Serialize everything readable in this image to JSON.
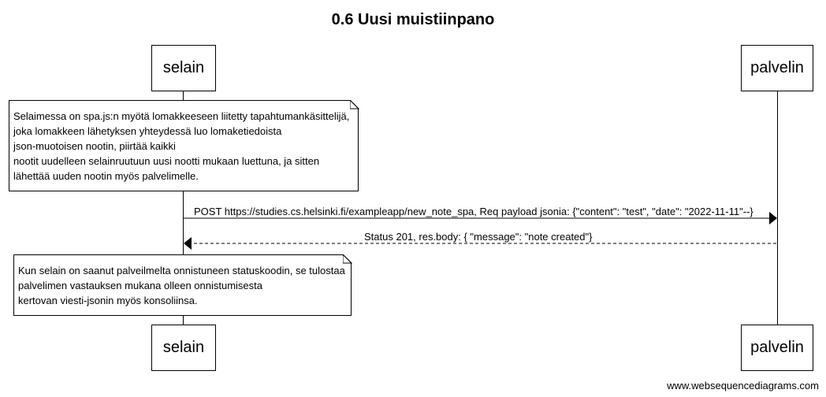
{
  "diagram": {
    "title": "0.6 Uusi muistiinpano",
    "participants": {
      "browser": "selain",
      "server": "palvelin"
    },
    "notes": [
      {
        "lines": [
          "Selaimessa on spa.js:n myötä lomakkeeseen liitetty tapahtumankäsittelijä,",
          "joka lomakkeen lähetyksen yhteydessä luo lomaketiedoista",
          "json-muotoisen nootin, piirtää kaikki",
          "nootit uudelleen selainruutuun uusi nootti mukaan luettuna, ja sitten",
          "lähettää uuden nootin myös palvelimelle."
        ]
      },
      {
        "lines": [
          "Kun selain on saanut palveilmelta onnistuneen statuskoodin, se tulostaa",
          "palvelimen vastauksen mukana olleen onnistumisesta",
          "kertovan viesti-jsonin myös konsoliinsa."
        ]
      }
    ],
    "messages": [
      {
        "from": "selain",
        "to": "palvelin",
        "style": "solid",
        "label": "POST https://studies.cs.helsinki.fi/exampleapp/new_note_spa,  Req payload jsonia: {\"content\": \"test\", \"date\": \"2022-11-11\"--}"
      },
      {
        "from": "palvelin",
        "to": "selain",
        "style": "dashed",
        "label": "Status 201, res.body: { \"message\": \"note created\"}"
      }
    ],
    "watermark": "www.websequencediagrams.com"
  }
}
